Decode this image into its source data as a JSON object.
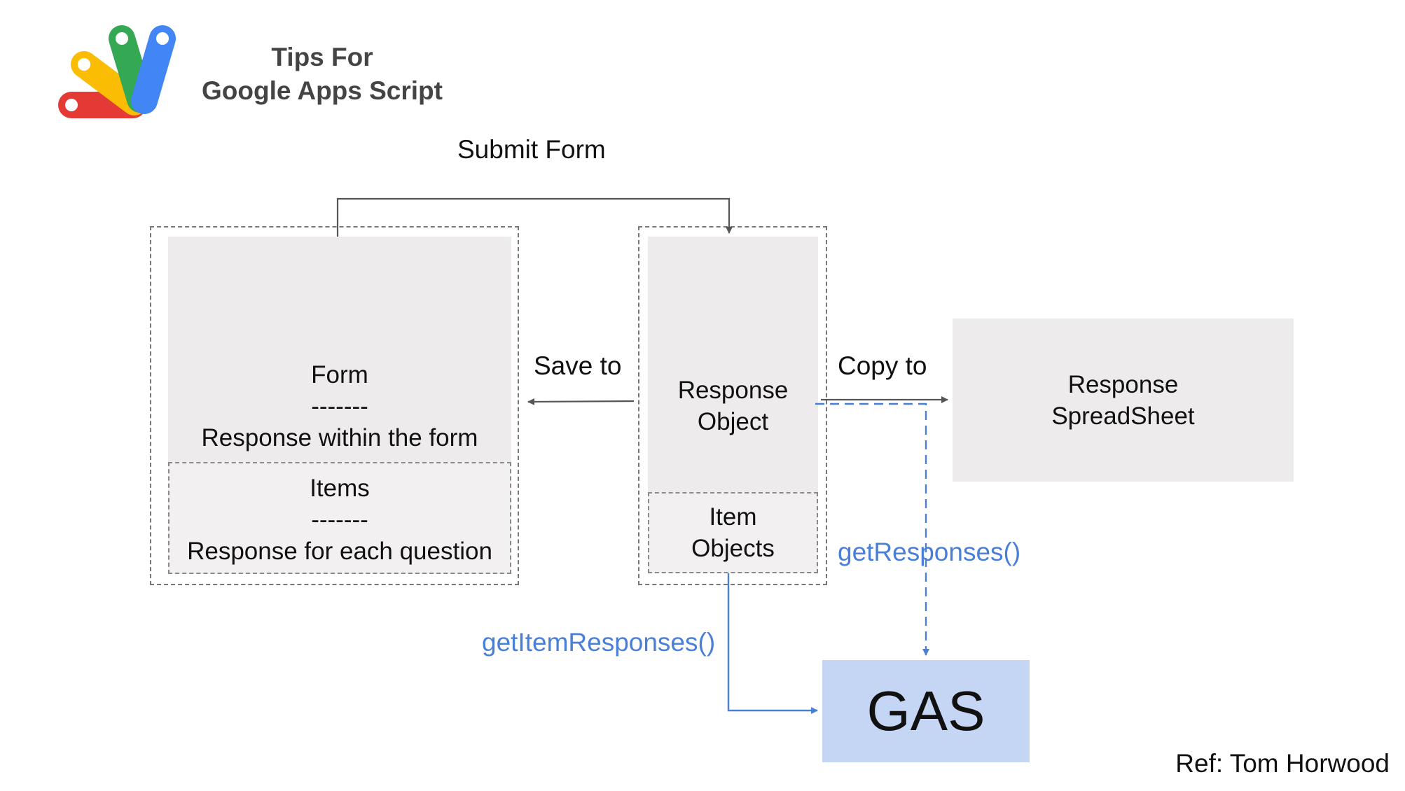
{
  "header": {
    "title_line1": "Tips For",
    "title_line2": "Google Apps Script"
  },
  "nodes": {
    "form": {
      "title": "Form",
      "separator": "-------",
      "subtitle": "Response within the form"
    },
    "items": {
      "title": "Items",
      "separator": "-------",
      "subtitle": "Response for each question"
    },
    "response_object": {
      "line1": "Response",
      "line2": "Object"
    },
    "item_objects": {
      "line1": "Item",
      "line2": "Objects"
    },
    "response_spreadsheet": {
      "line1": "Response",
      "line2": "SpreadSheet"
    },
    "gas": {
      "label": "GAS"
    }
  },
  "edges": {
    "submit_form": "Submit Form",
    "save_to": "Save to",
    "copy_to": "Copy to",
    "get_responses": "getResponses()",
    "get_item_responses": "getItemResponses()"
  },
  "footer": {
    "ref": "Ref: Tom Horwood"
  },
  "colors": {
    "box_fill": "#edebeb",
    "gas_fill": "#c5d6f5",
    "method_blue": "#4a7fd8",
    "line_gray": "#555555"
  }
}
